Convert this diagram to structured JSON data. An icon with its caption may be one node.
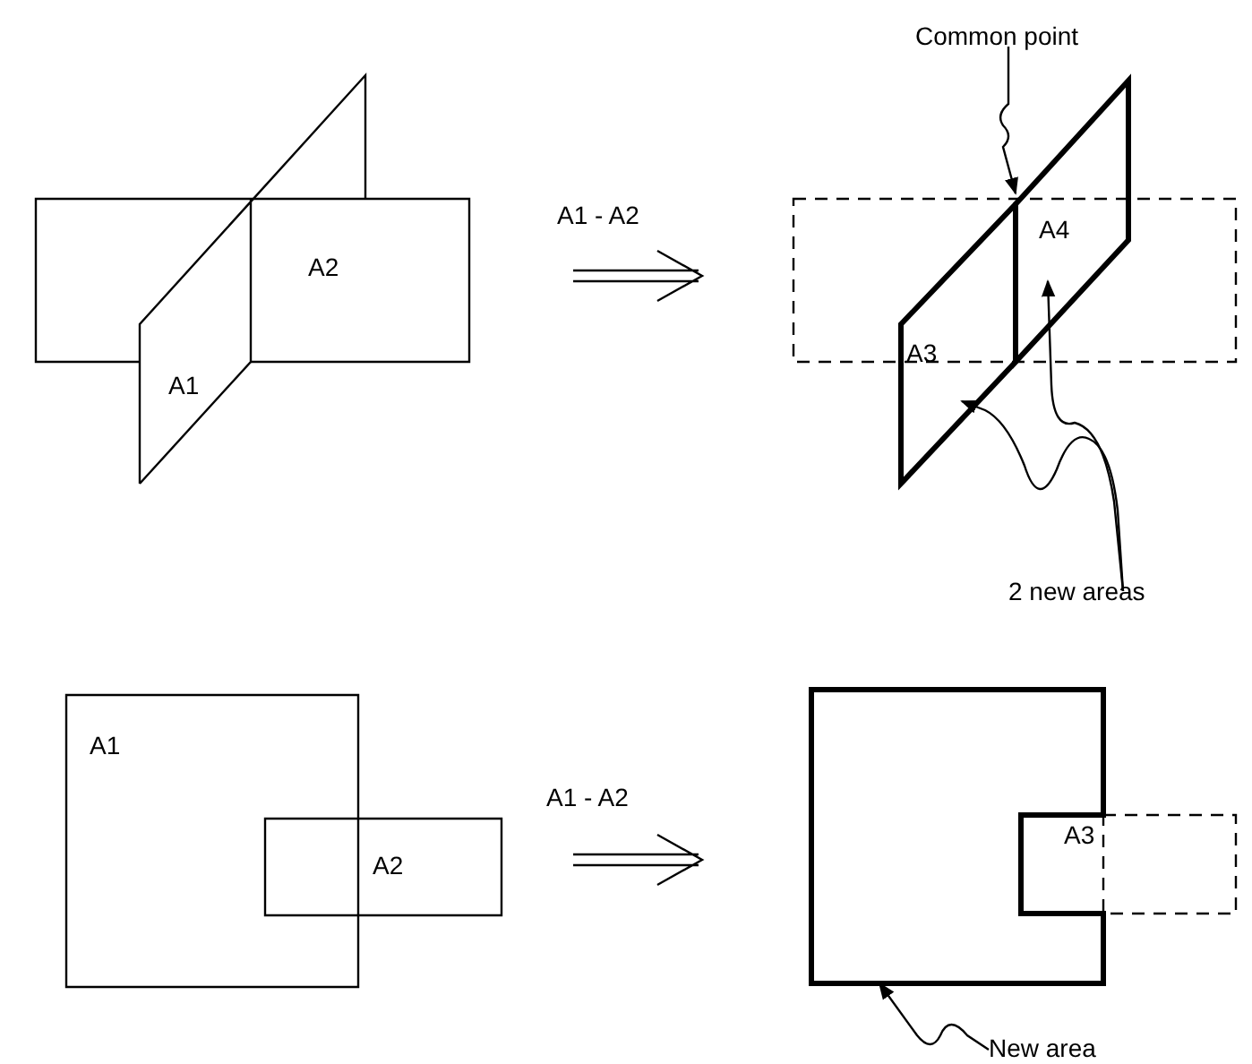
{
  "diagram": {
    "nodes": [
      {
        "text": [
          "A1"
        ]
      },
      {
        "text": [
          "A2"
        ]
      },
      {
        "text": [
          "Common point"
        ]
      },
      {
        "text": [],
        "shape": "box"
      },
      {
        "text": [
          "A4"
        ]
      },
      {
        "text": [
          "A3"
        ]
      },
      {
        "text": [
          "2 new areas"
        ]
      },
      {
        "text": [
          "A1"
        ]
      },
      {
        "text": [
          "A2"
        ]
      },
      {
        "text": [
          "A3"
        ]
      },
      {
        "text": [],
        "shape": "box"
      },
      {
        "text": [
          "New area"
        ]
      }
    ],
    "edges": [
      {
        "from": 2,
        "to": 4,
        "arrow": "to"
      },
      {
        "from": 6,
        "to": 5,
        "arrow": "to"
      },
      {
        "from": 6,
        "to": 4,
        "arrow": "to"
      },
      {
        "from": 11,
        "to": 9,
        "arrow": "to"
      }
    ],
    "labels": [
      "A1 - A2",
      "A1 - A2"
    ]
  }
}
